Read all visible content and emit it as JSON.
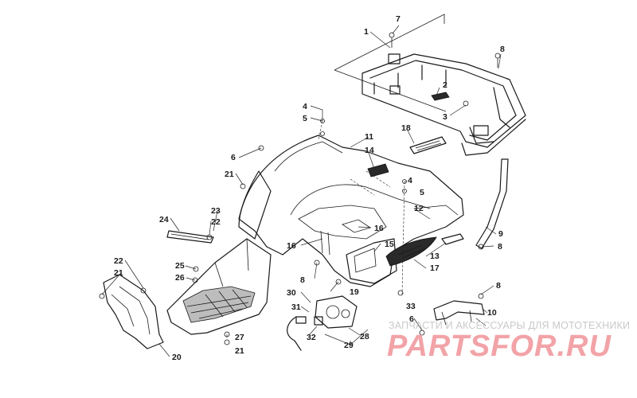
{
  "callouts": [
    {
      "id": "1",
      "label": "1"
    },
    {
      "id": "2",
      "label": "2"
    },
    {
      "id": "3",
      "label": "3"
    },
    {
      "id": "4a",
      "label": "4"
    },
    {
      "id": "4b",
      "label": "4"
    },
    {
      "id": "5a",
      "label": "5"
    },
    {
      "id": "5b",
      "label": "5"
    },
    {
      "id": "6a",
      "label": "6"
    },
    {
      "id": "6b",
      "label": "6"
    },
    {
      "id": "7",
      "label": "7"
    },
    {
      "id": "8a",
      "label": "8"
    },
    {
      "id": "8b",
      "label": "8"
    },
    {
      "id": "8c",
      "label": "8"
    },
    {
      "id": "8d",
      "label": "8"
    },
    {
      "id": "9",
      "label": "9"
    },
    {
      "id": "10",
      "label": "10"
    },
    {
      "id": "11",
      "label": "11"
    },
    {
      "id": "12",
      "label": "12"
    },
    {
      "id": "13",
      "label": "13"
    },
    {
      "id": "14",
      "label": "14"
    },
    {
      "id": "15",
      "label": "15"
    },
    {
      "id": "16a",
      "label": "16"
    },
    {
      "id": "16b",
      "label": "16"
    },
    {
      "id": "17",
      "label": "17"
    },
    {
      "id": "18",
      "label": "18"
    },
    {
      "id": "19",
      "label": "19"
    },
    {
      "id": "20",
      "label": "20"
    },
    {
      "id": "21a",
      "label": "21"
    },
    {
      "id": "21b",
      "label": "21"
    },
    {
      "id": "21c",
      "label": "21"
    },
    {
      "id": "22a",
      "label": "22"
    },
    {
      "id": "22b",
      "label": "22"
    },
    {
      "id": "23",
      "label": "23"
    },
    {
      "id": "24",
      "label": "24"
    },
    {
      "id": "25",
      "label": "25"
    },
    {
      "id": "26",
      "label": "26"
    },
    {
      "id": "27",
      "label": "27"
    },
    {
      "id": "28",
      "label": "28"
    },
    {
      "id": "29",
      "label": "29"
    },
    {
      "id": "30",
      "label": "30"
    },
    {
      "id": "31",
      "label": "31"
    },
    {
      "id": "32",
      "label": "32"
    },
    {
      "id": "33",
      "label": "33"
    }
  ],
  "watermark": {
    "subtitle": "ЗАПЧАСТИ И АКСЕССУАРЫ ДЛЯ МОТОТЕХНИКИ",
    "logo": "PARTSFOR.RU"
  },
  "colors": {
    "line": "#1a1a1a",
    "watermark_logo": "#f2a3a7",
    "watermark_sub": "#c9c9c9"
  }
}
